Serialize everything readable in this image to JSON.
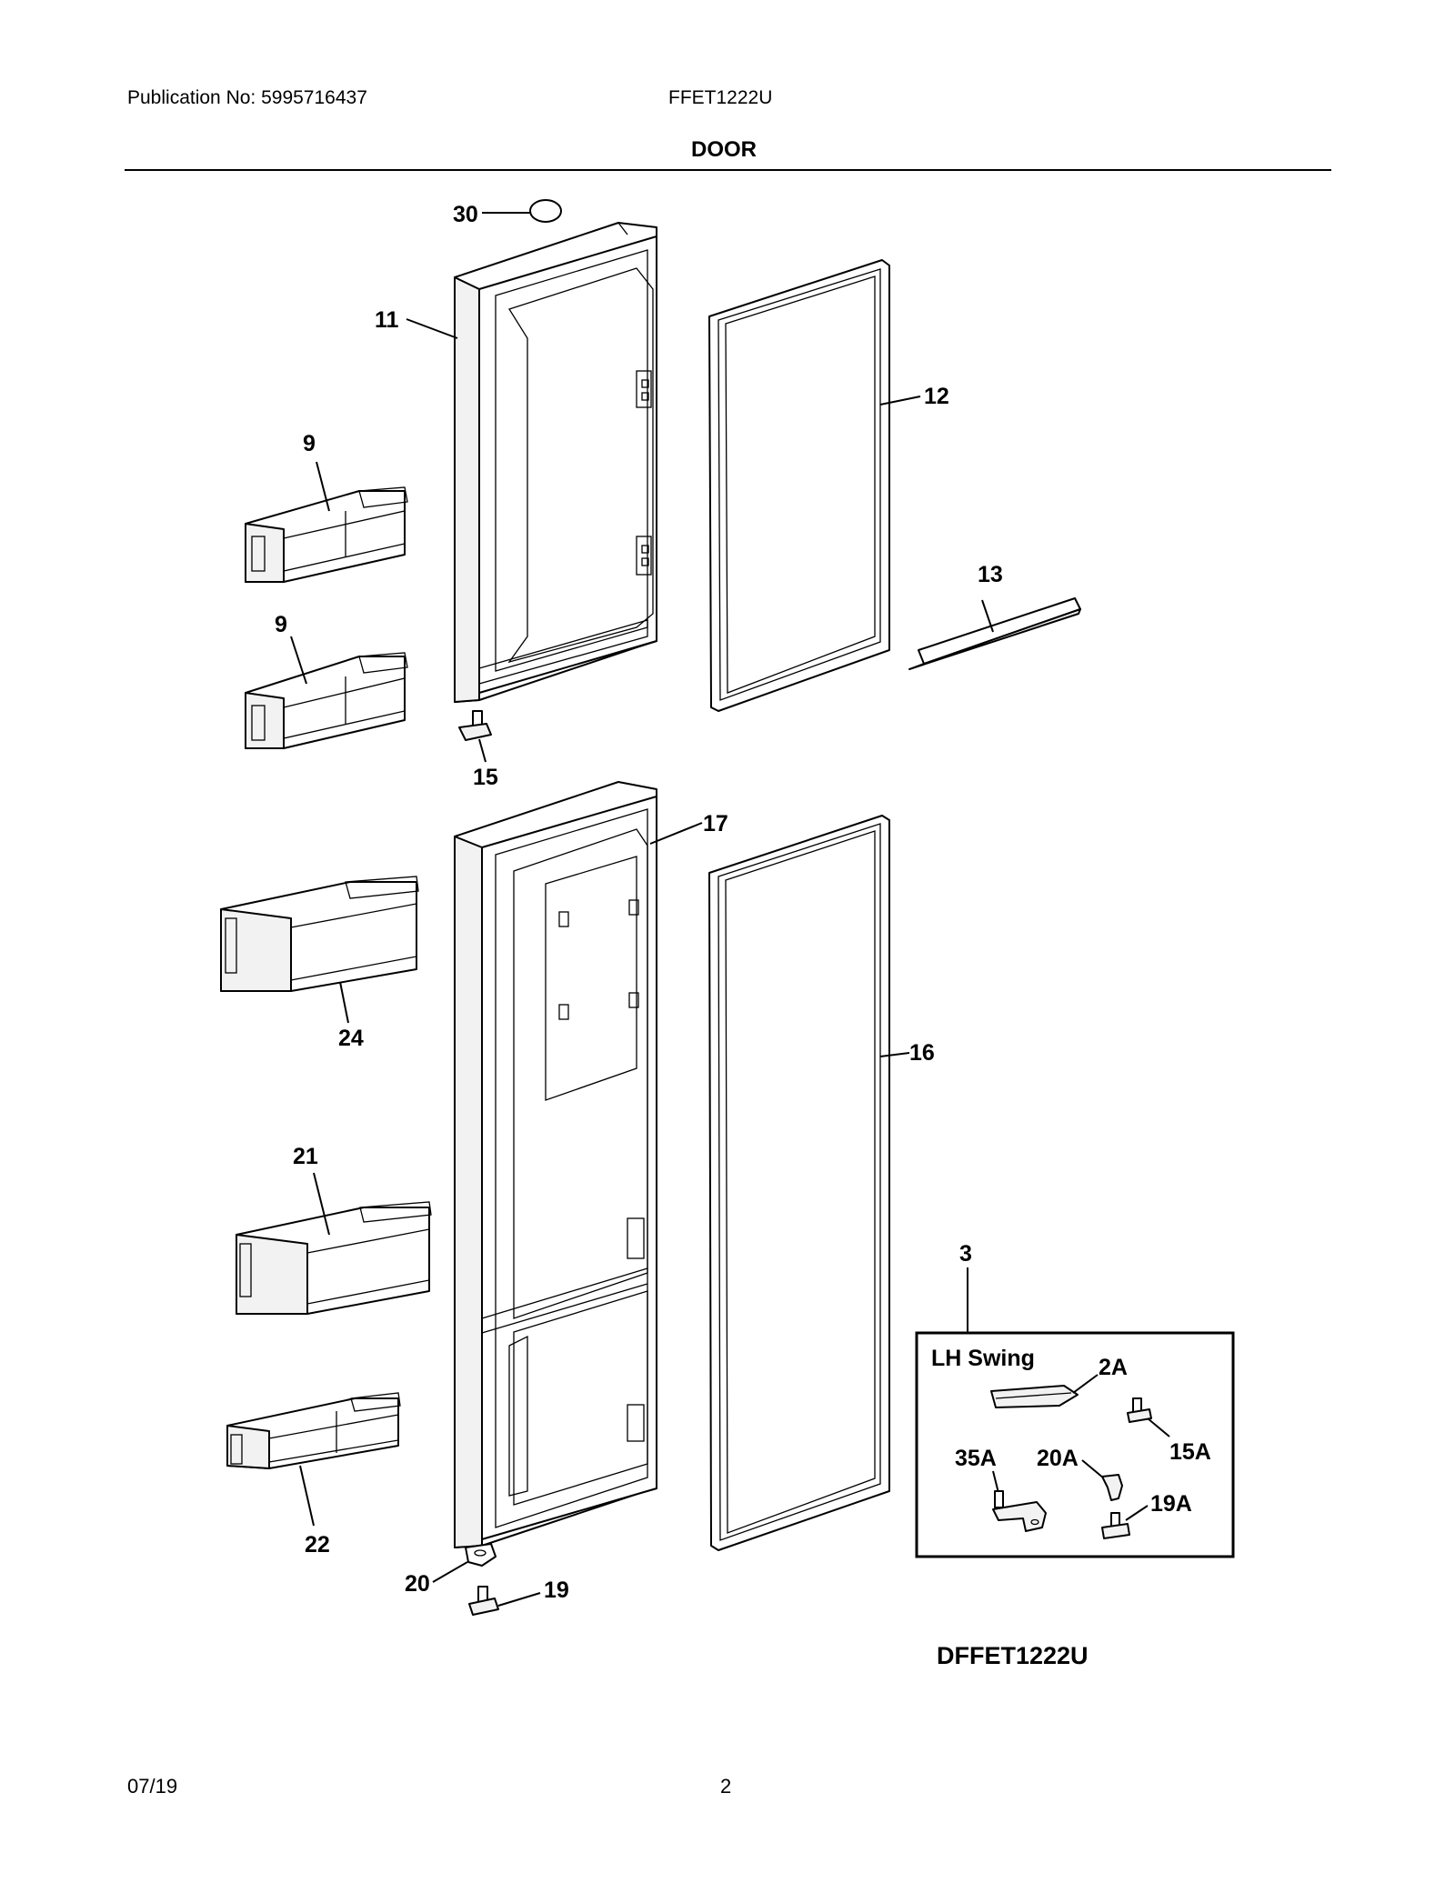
{
  "header": {
    "publication": "Publication No: 5995716437",
    "model": "FFET1222U",
    "section_title": "DOOR"
  },
  "footer": {
    "date": "07/19",
    "page_number": "2"
  },
  "diagram": {
    "code": "DFFET1222U",
    "inset": {
      "title": "LH Swing",
      "group_label": "3",
      "labels": {
        "p2A": "2A",
        "p15A": "15A",
        "p35A": "35A",
        "p20A": "20A",
        "p19A": "19A"
      }
    },
    "callouts": {
      "p30": "30",
      "p11": "11",
      "p12": "12",
      "p9a": "9",
      "p9b": "9",
      "p13": "13",
      "p15": "15",
      "p17": "17",
      "p24": "24",
      "p16": "16",
      "p21": "21",
      "p22": "22",
      "p20": "20",
      "p19": "19"
    }
  }
}
